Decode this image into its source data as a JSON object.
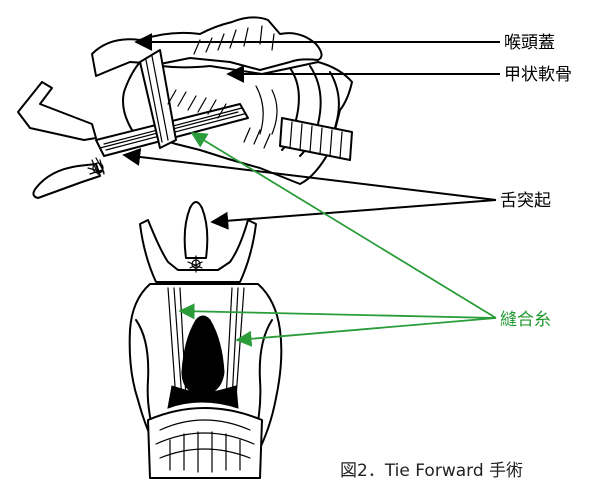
{
  "labels": {
    "epiglottis": "喉頭蓋",
    "thyroid_cartilage": "甲状軟骨",
    "hyoid": "舌突起",
    "suture": "縫合糸"
  },
  "caption": "図2．Tie Forward 手術",
  "colors": {
    "ink": "#000000",
    "suture": "#2a9d3a",
    "suture_label": "#1f9a2e"
  }
}
